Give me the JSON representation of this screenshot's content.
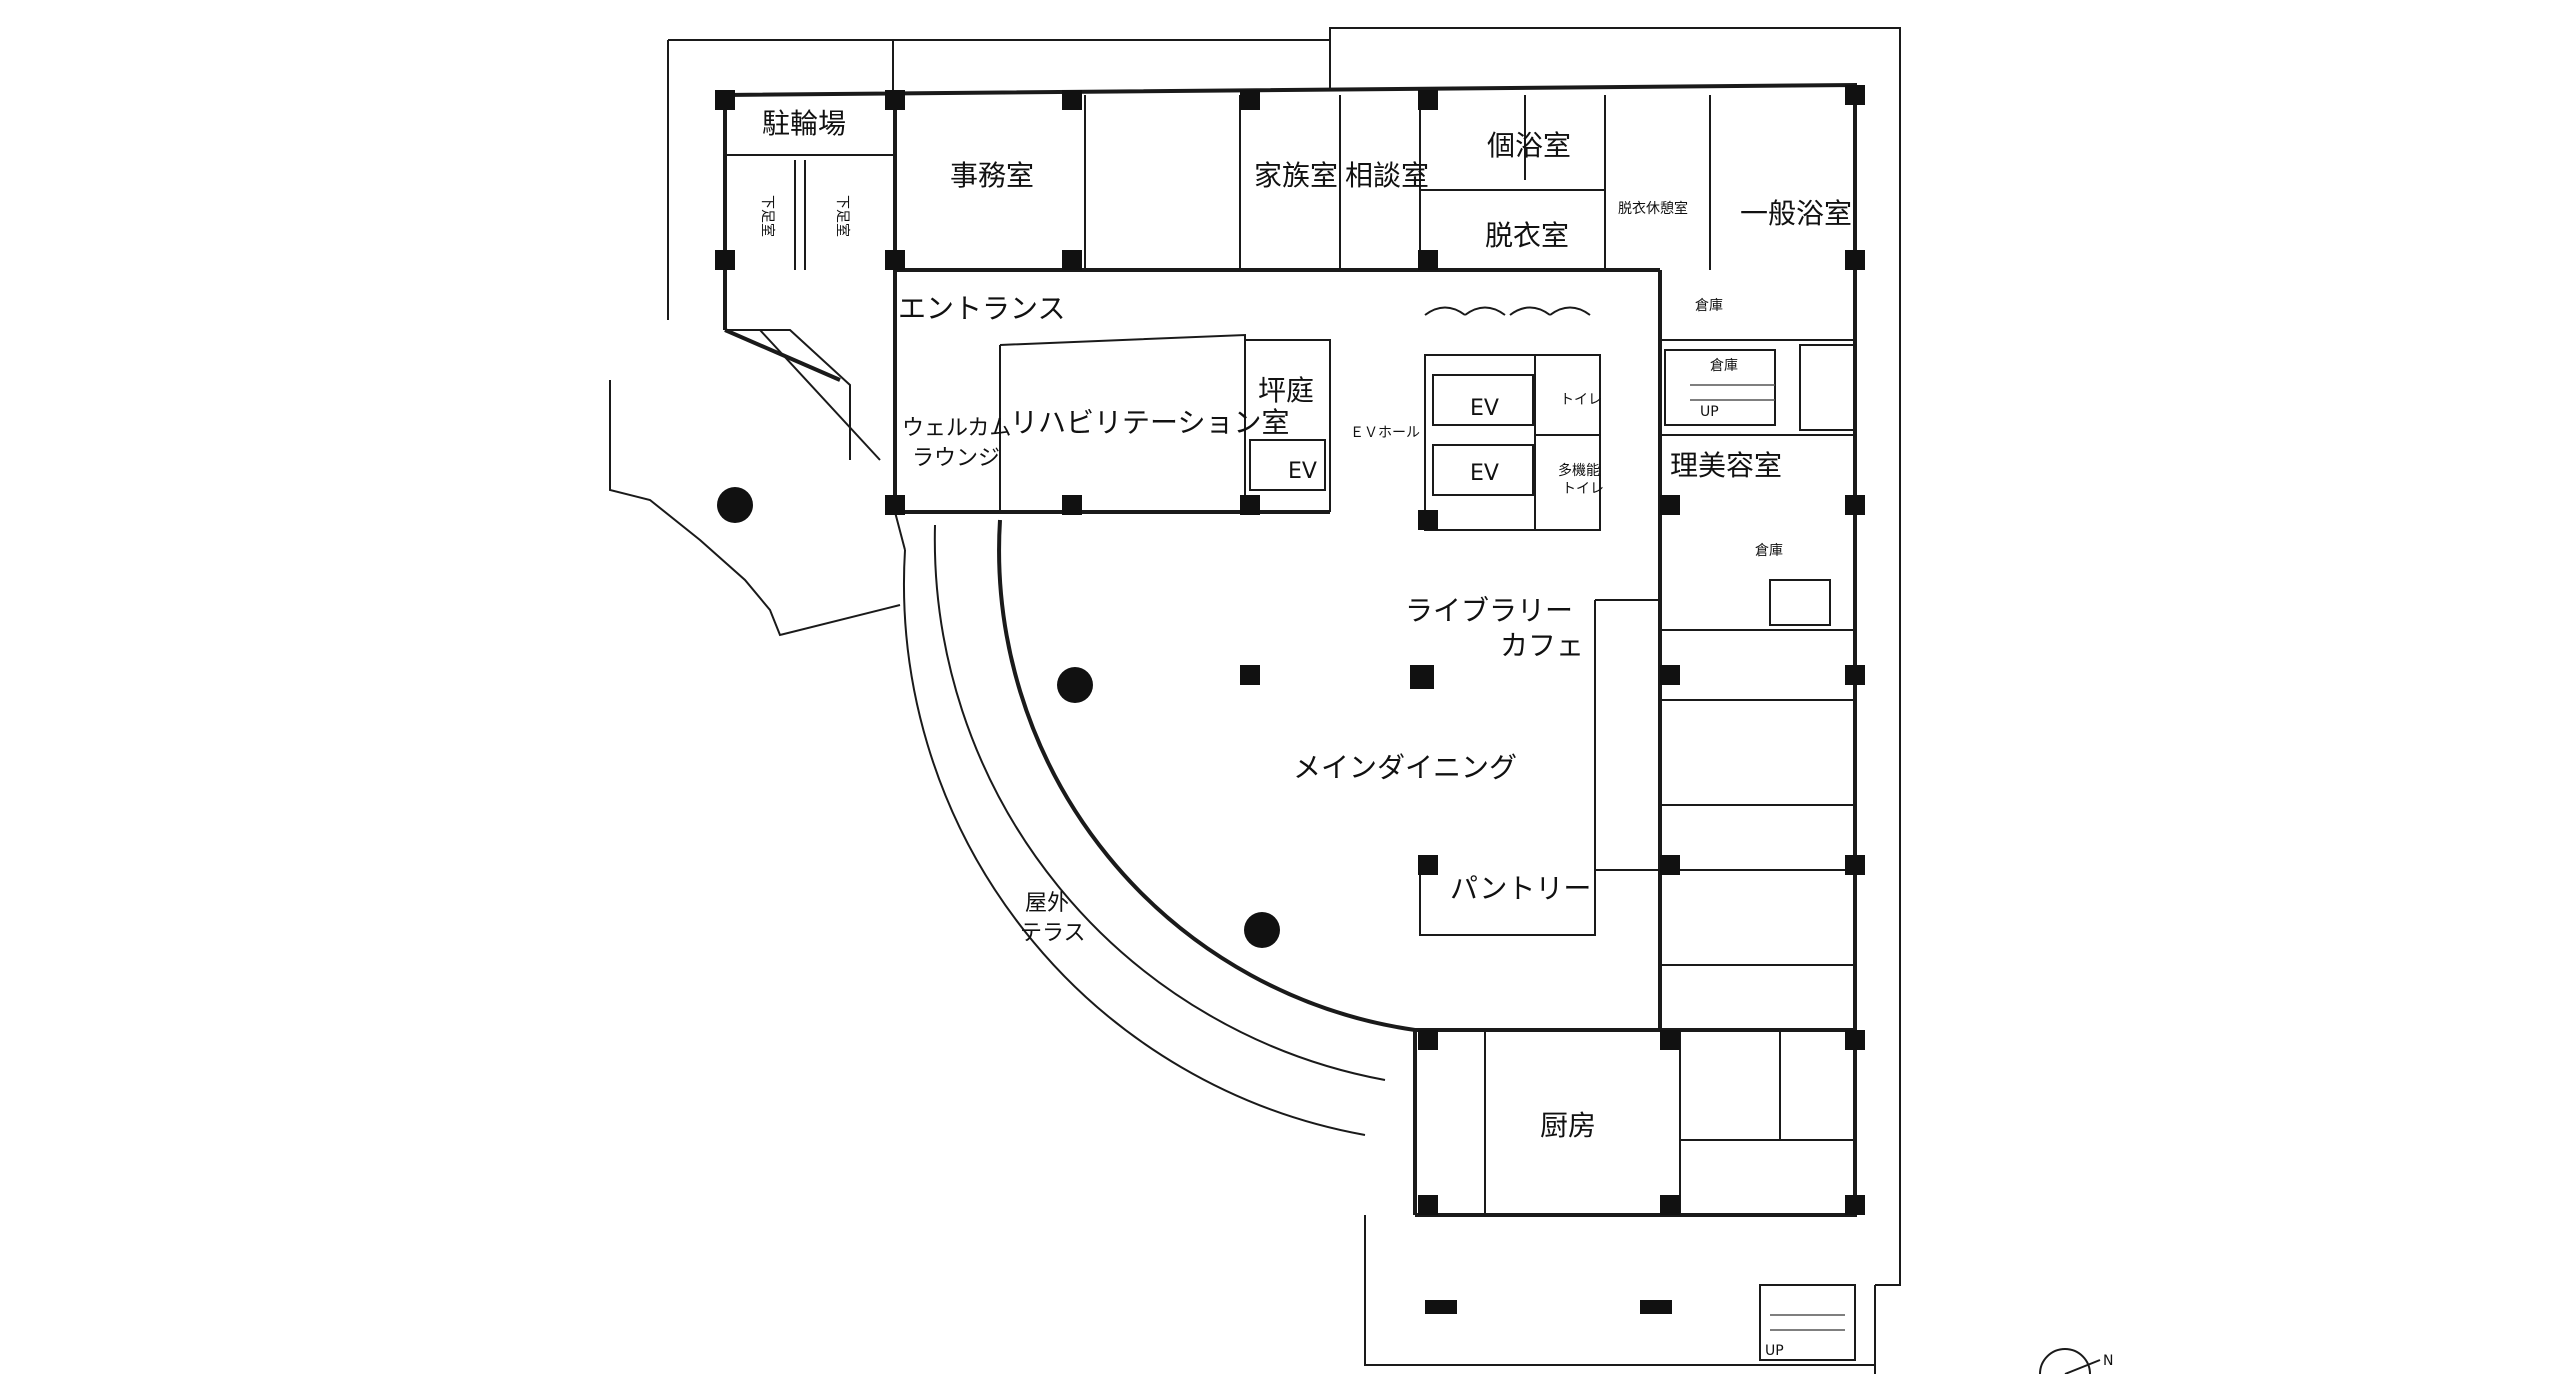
{
  "rooms": {
    "bicycle_parking": "駐輪場",
    "shoe_room_1": "下足室",
    "shoe_room_2": "下足室",
    "office": "事務室",
    "family_room": "家族室",
    "consultation": "相談室",
    "private_bath": "個浴室",
    "dressing_room": "脱衣室",
    "dressing_rest": "脱衣休憩室",
    "general_bath": "一般浴室",
    "entrance": "エントランス",
    "welcome_1": "ウェルカム",
    "welcome_2": "ラウンジ",
    "rehab": "リハビリテーション室",
    "tsuboniwa": "坪庭",
    "ev_hall": "ＥＶホール",
    "ev_1": "EV",
    "ev_2": "EV",
    "ev_3": "EV",
    "toilet": "トイレ",
    "mp_toilet_1": "多機能",
    "mp_toilet_2": "トイレ",
    "storage_1": "倉庫",
    "storage_2": "倉庫",
    "storage_3": "倉庫",
    "barber": "理美容室",
    "library_1": "ライブラリー",
    "library_2": "カフェ",
    "main_dining": "メインダイニング",
    "pantry": "パントリー",
    "terrace_1": "屋外",
    "terrace_2": "テラス",
    "kitchen": "厨房",
    "up_1": "UP",
    "up_2": "UP",
    "north": "N"
  }
}
